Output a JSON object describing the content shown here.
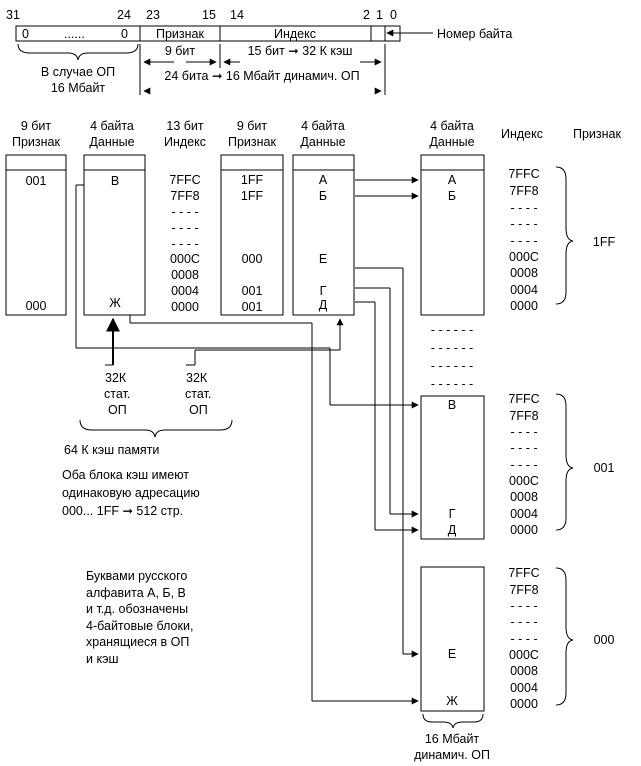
{
  "address_format": {
    "bit_numbers": [
      "31",
      "24",
      "23",
      "15",
      "14",
      "2",
      "1",
      "0"
    ],
    "field_upper_left": "0",
    "field_upper_dots": "......",
    "field_upper_right": "0",
    "field_tag": "Признак",
    "field_index": "Индекс",
    "byte_number_label": "Номер байта",
    "upper_note_line1": "В случае ОП",
    "upper_note_line2": "16 Мбайт",
    "tag_width": "9 бит",
    "index_note": "15 бит ➞ 32 К кэш",
    "dynamic_note": "24 бита ➞ 16 Мбайт динамич. ОП"
  },
  "cache_headers": [
    {
      "line1": "9 бит",
      "line2": "Признак"
    },
    {
      "line1": "4 байта",
      "line2": "Данные"
    },
    {
      "line1": "13 бит",
      "line2": "Индекс"
    },
    {
      "line1": "9 бит",
      "line2": "Признак"
    },
    {
      "line1": "4 байта",
      "line2": "Данные"
    }
  ],
  "cache": {
    "tag1": [
      "001",
      "000"
    ],
    "data1": [
      "В",
      "Ж"
    ],
    "index": [
      "7FFC",
      "7FF8",
      "- - - -",
      "- - - -",
      "- - - -",
      "000C",
      "0008",
      "0004",
      "0000"
    ],
    "tag2": [
      "1FF",
      "1FF",
      "000",
      "001",
      "001"
    ],
    "data2": [
      "А",
      "Б",
      "Е",
      "Г",
      "Д"
    ]
  },
  "sram_label": {
    "line1": "32К",
    "line2": "стат.",
    "line3": "ОП"
  },
  "cache_total": "64 К кэш памяти",
  "note_addressing": [
    "Оба блока кэш имеют",
    "одинаковую адресацию",
    "000... 1FF ➞ 512 стр."
  ],
  "note_letters": [
    "Буквами русского",
    "алфавита А, Б, В",
    "и т.д. обозначены",
    "4-байтовые блоки,",
    "хранящиеся в ОП",
    "и кэш"
  ],
  "memory_headers": {
    "data_line1": "4 байта",
    "data_line2": "Данные",
    "index": "Индекс",
    "tag": "Признак"
  },
  "memory_pages": [
    {
      "tag": "1FF",
      "blocks": [
        "А",
        "Б"
      ]
    },
    {
      "tag": "001",
      "blocks": [
        "В",
        "Г",
        "Д"
      ]
    },
    {
      "tag": "000",
      "blocks": [
        "Е",
        "Ж"
      ]
    }
  ],
  "memory_index": [
    "7FFC",
    "7FF8",
    "- - - -",
    "- - - -",
    "- - - -",
    "000C",
    "0008",
    "0004",
    "0000"
  ],
  "memory_gap": "- - - - - -",
  "dram_label": {
    "line1": "16 Мбайт",
    "line2": "динамич. ОП"
  }
}
